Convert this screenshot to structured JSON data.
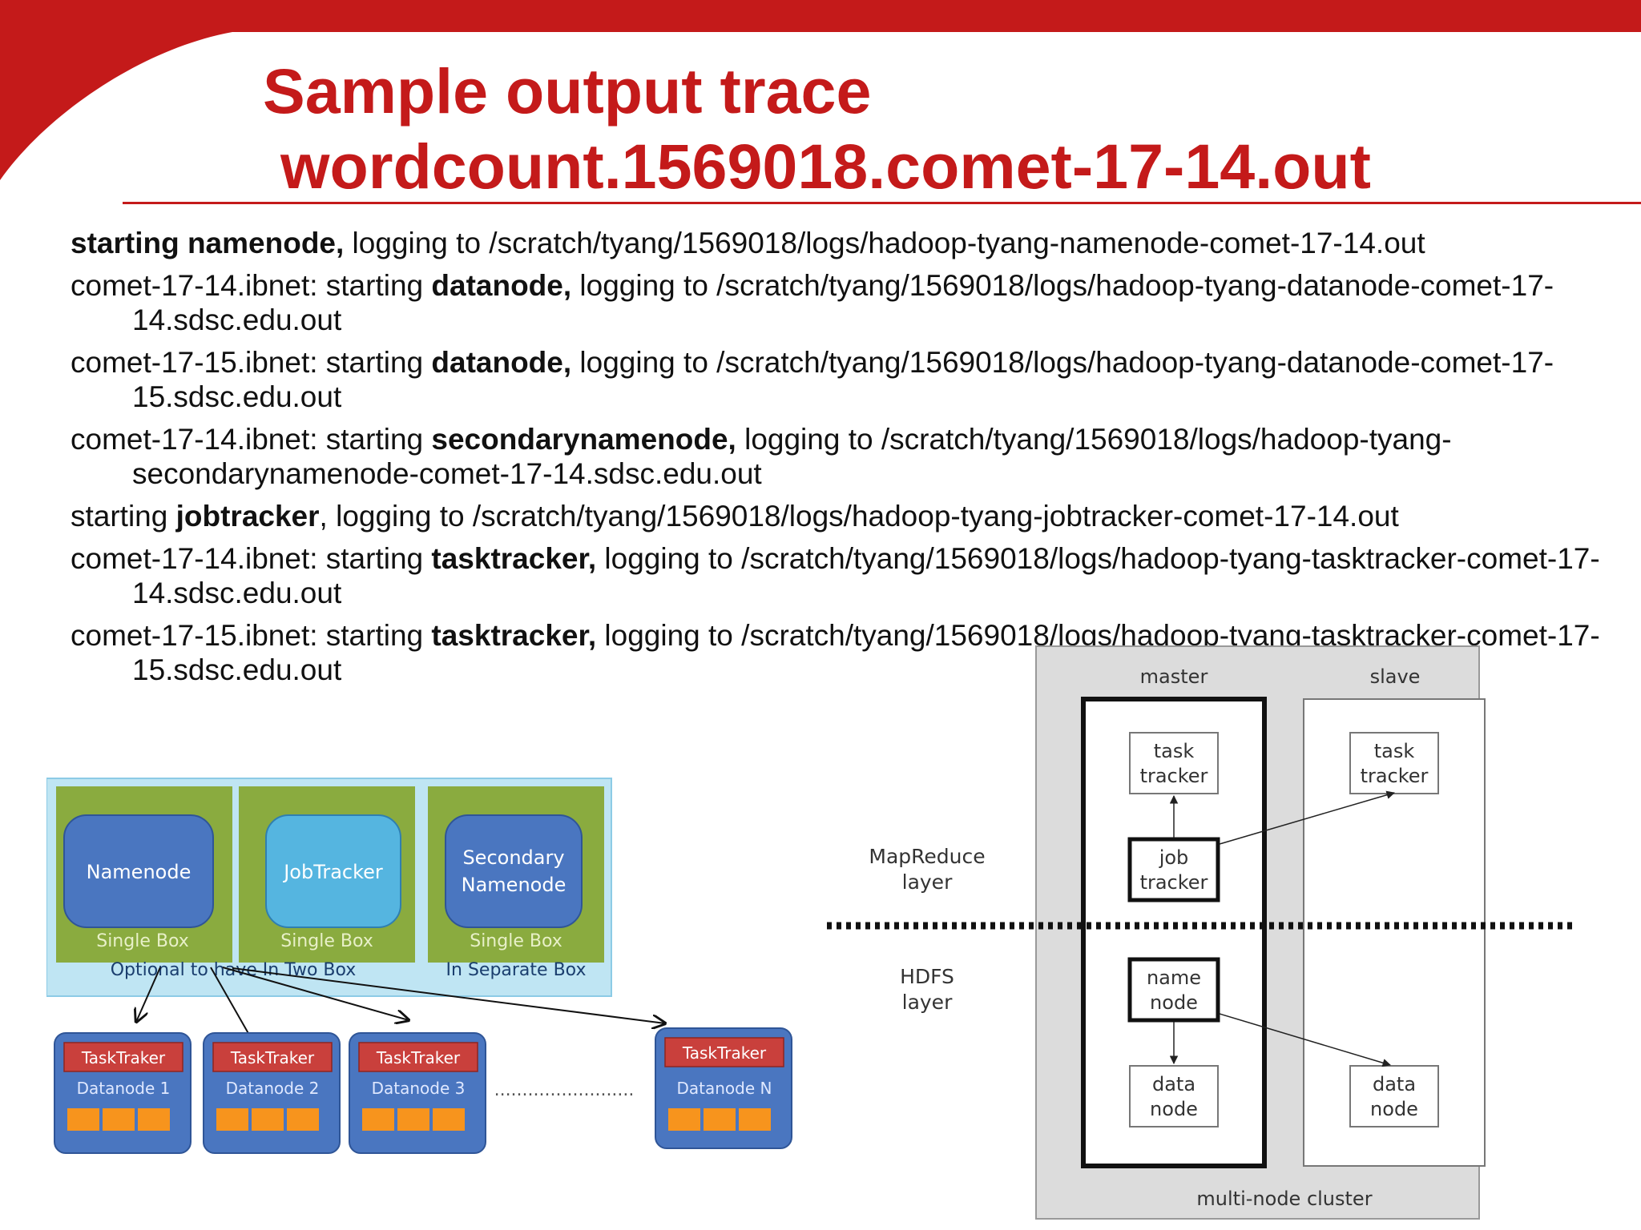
{
  "title": {
    "line1": "Sample output trace",
    "line2": "wordcount.1569018.comet-17-14.out"
  },
  "trace": [
    {
      "pre": "",
      "bold": "starting namenode,",
      "post": " logging to /scratch/tyang/1569018/logs/hadoop-tyang-namenode-comet-17-14.out"
    },
    {
      "pre": "comet-17-14.ibnet: starting ",
      "bold": "datanode,",
      "post": " logging to /scratch/tyang/1569018/logs/hadoop-tyang-datanode-comet-17-14.sdsc.edu.out"
    },
    {
      "pre": "comet-17-15.ibnet: starting ",
      "bold": "datanode,",
      "post": " logging to /scratch/tyang/1569018/logs/hadoop-tyang-datanode-comet-17-15.sdsc.edu.out"
    },
    {
      "pre": "comet-17-14.ibnet: starting ",
      "bold": "secondarynamenode,",
      "post": " logging to /scratch/tyang/1569018/logs/hadoop-tyang-secondarynamenode-comet-17-14.sdsc.edu.out"
    },
    {
      "pre": "starting ",
      "bold": "jobtracker",
      "post": ", logging to /scratch/tyang/1569018/logs/hadoop-tyang-jobtracker-comet-17-14.out"
    },
    {
      "pre": "comet-17-14.ibnet: starting ",
      "bold": "tasktracker,",
      "post": " logging to /scratch/tyang/1569018/logs/hadoop-tyang-tasktracker-comet-17-14.sdsc.edu.out"
    },
    {
      "pre": "comet-17-15.ibnet: starting ",
      "bold": "tasktracker,",
      "post": " logging to /scratch/tyang/1569018/logs/hadoop-tyang-tasktracker-comet-17-15.sdsc.edu.out"
    }
  ],
  "arch": {
    "namenode": "Namenode",
    "jobtracker": "JobTracker",
    "secondary_line1": "Secondary",
    "secondary_line2": "Namenode",
    "single_box": "Single Box",
    "optional": "Optional to have In Two Box",
    "separate": "In Separate Box",
    "tasktracker": "TaskTraker",
    "datanodes": [
      "Datanode 1",
      "Datanode 2",
      "Datanode 3",
      "Datanode N"
    ],
    "dots": "........................."
  },
  "cluster": {
    "master": "master",
    "slave": "slave",
    "mapreduce_line1": "MapReduce",
    "mapreduce_line2": "layer",
    "hdfs_line1": "HDFS",
    "hdfs_line2": "layer",
    "task": "task",
    "tracker": "tracker",
    "job": "job",
    "name": "name",
    "node": "node",
    "data": "data",
    "footer": "multi-node cluster"
  },
  "colors": {
    "accent": "#c41a1a",
    "green": "#8aab3f",
    "blue": "#4a76c0",
    "cyan": "#55b5e0",
    "lightblue": "#bfe5f3",
    "orange": "#f7941d",
    "tt_red": "#c9403c",
    "gray": "#dcdcdc"
  }
}
